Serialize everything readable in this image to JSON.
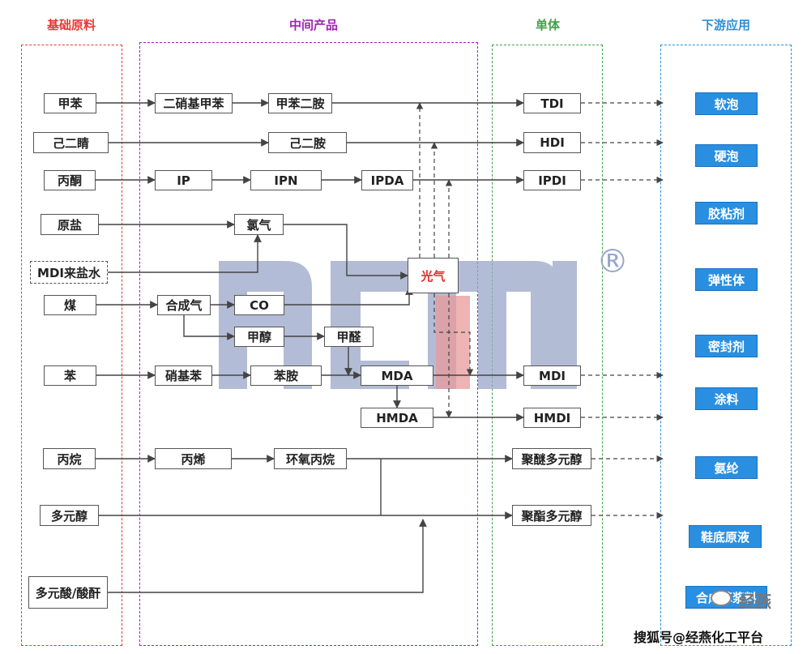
{
  "columns": {
    "raw": "基础原料",
    "intermediate": "中间产品",
    "monomer": "单体",
    "downstream": "下游应用"
  },
  "colors": {
    "raw": "#e53935",
    "intermediate": "#9c27b0",
    "monomer": "#43a047",
    "downstream": "#2d8fd8",
    "app_fill": "#2a8fe0",
    "watermark": "#9aa6c8",
    "watermark_red": "#e89a9a"
  },
  "raw": {
    "toluene": "甲苯",
    "adiponitrile": "己二睛",
    "acetone": "丙酮",
    "salt": "原盐",
    "mdi_brine": "MDI来盐水",
    "coal": "煤",
    "benzene": "苯",
    "propane": "丙烷",
    "polyol": "多元醇",
    "polyacid": "多元酸/酸酐"
  },
  "intermediate": {
    "dnt": "二硝基甲苯",
    "tda": "甲苯二胺",
    "hda": "己二胺",
    "ip": "IP",
    "ipn": "IPN",
    "ipda": "IPDA",
    "chlorine": "氯气",
    "phosgene": "光气",
    "syngas": "合成气",
    "co": "CO",
    "methanol": "甲醇",
    "formaldehyde": "甲醛",
    "nitrobenzene": "硝基苯",
    "aniline": "苯胺",
    "mda": "MDA",
    "hmda": "HMDA",
    "propylene": "丙烯",
    "po": "环氧丙烷"
  },
  "monomer": {
    "tdi": "TDI",
    "hdi": "HDI",
    "ipdi": "IPDI",
    "mdi": "MDI",
    "hmdi": "HMDI",
    "polyether_polyol": "聚醚多元醇",
    "polyester_polyol": "聚酯多元醇"
  },
  "downstream": {
    "soft_foam": "软泡",
    "rigid_foam": "硬泡",
    "adhesive": "胶粘剂",
    "elastomer": "弹性体",
    "sealant": "密封剂",
    "coating": "涂料",
    "spandex": "氨纶",
    "sole": "鞋底原液",
    "leather": "合成革浆料"
  },
  "watermark": {
    "logo": "ACMI",
    "registered": "®",
    "badge": "经燕",
    "source": "搜狐号@经燕化工平台"
  }
}
